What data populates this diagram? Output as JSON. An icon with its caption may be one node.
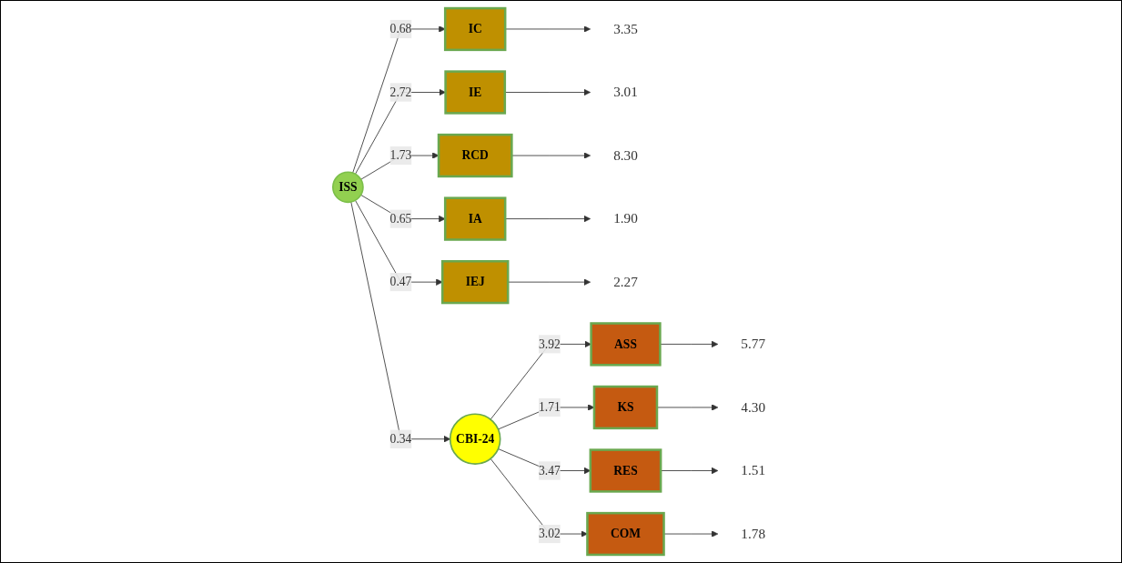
{
  "diagram": {
    "nodes": [
      {
        "text": [
          "3.35"
        ]
      },
      {
        "text": [
          "IC"
        ]
      },
      {
        "text": [
          "3.01"
        ]
      },
      {
        "text": [
          "IE"
        ]
      },
      {
        "text": [
          "8.30"
        ]
      },
      {
        "text": [
          "RCD"
        ]
      },
      {
        "text": [
          "1.90"
        ]
      },
      {
        "text": [
          "IA"
        ]
      },
      {
        "text": [
          "2.27"
        ]
      },
      {
        "text": [
          "IEJ"
        ]
      },
      {
        "text": [
          "ISS"
        ]
      },
      {
        "text": [
          "CBI-24"
        ]
      },
      {
        "text": [
          "ASS"
        ]
      },
      {
        "text": [
          "5.77"
        ]
      },
      {
        "text": [
          "KS"
        ]
      },
      {
        "text": [
          "4.30"
        ]
      },
      {
        "text": [
          "RES"
        ]
      },
      {
        "text": [
          "1.51"
        ]
      },
      {
        "text": [
          "COM"
        ]
      },
      {
        "text": [
          "1.78"
        ]
      }
    ],
    "edges": [
      {
        "from": 10,
        "to": 1,
        "arrow": "to",
        "label": "0.68"
      },
      {
        "from": 10,
        "to": 3,
        "arrow": "to",
        "label": "2.72"
      },
      {
        "from": 10,
        "to": 5,
        "arrow": "to",
        "label": "1.73"
      },
      {
        "from": 10,
        "to": 7,
        "arrow": "to",
        "label": "0.65"
      },
      {
        "from": 10,
        "to": 9,
        "arrow": "to",
        "label": "0.47"
      },
      {
        "from": 1,
        "to": 0,
        "arrow": "to"
      },
      {
        "from": 3,
        "to": 2,
        "arrow": "to"
      },
      {
        "from": 5,
        "to": 4,
        "arrow": "to"
      },
      {
        "from": 7,
        "to": 6,
        "arrow": "to"
      },
      {
        "from": 9,
        "to": 8,
        "arrow": "to"
      },
      {
        "from": 10,
        "to": 11,
        "arrow": "to",
        "label": "0.34"
      },
      {
        "from": 11,
        "to": 12,
        "arrow": "to",
        "label": "3.92"
      },
      {
        "from": 11,
        "to": 14,
        "arrow": "to",
        "label": "1.71"
      },
      {
        "from": 11,
        "to": 16,
        "arrow": "to",
        "label": "3.47"
      },
      {
        "from": 11,
        "to": 18,
        "arrow": "to",
        "label": "3.02"
      },
      {
        "from": 12,
        "to": 13,
        "arrow": "to"
      },
      {
        "from": 14,
        "to": 15,
        "arrow": "to"
      },
      {
        "from": 16,
        "to": 17,
        "arrow": "to"
      },
      {
        "from": 18,
        "to": 19,
        "arrow": "to"
      }
    ]
  }
}
